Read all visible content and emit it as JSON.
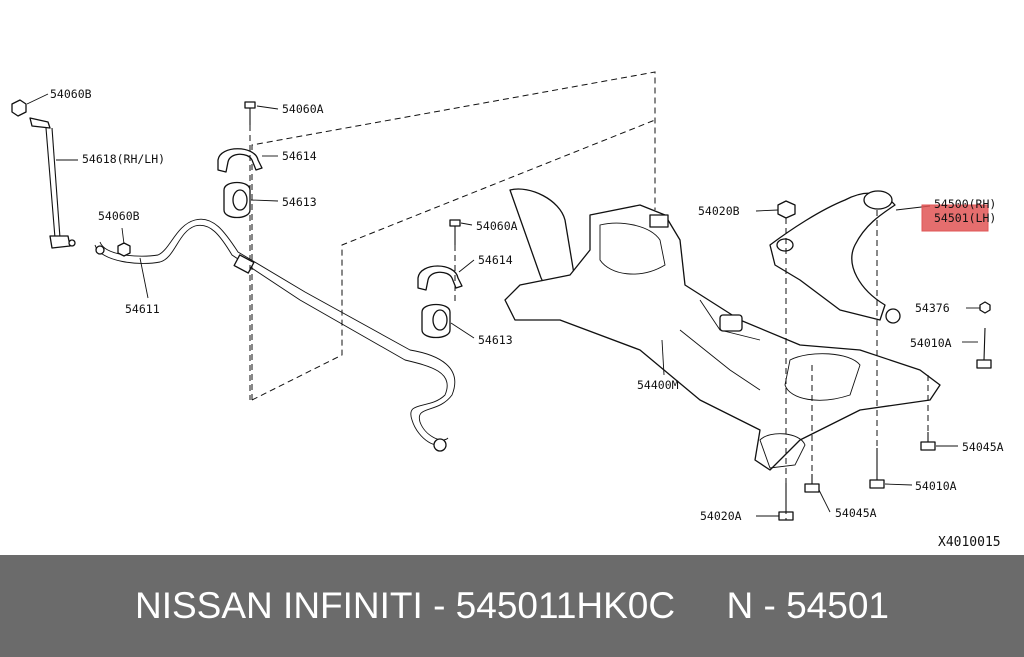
{
  "diagram": {
    "labels": {
      "l_54060B_top": "54060B",
      "l_54618": "54618(RH/LH)",
      "l_54060B_mid": "54060B",
      "l_54611": "54611",
      "l_54060A_1": "54060A",
      "l_54614_1": "54614",
      "l_54613_1": "54613",
      "l_54060A_2": "54060A",
      "l_54614_2": "54614",
      "l_54613_2": "54613",
      "l_54400M": "54400M",
      "l_54020B": "54020B",
      "l_54500": "54500(RH)",
      "l_54501": "54501(LH)",
      "l_54376": "54376",
      "l_54010A_1": "54010A",
      "l_54045A_1": "54045A",
      "l_54010A_2": "54010A",
      "l_54045A_2": "54045A",
      "l_54020A": "54020A",
      "l_ref": "X4010015"
    },
    "highlight_color": "#e05555"
  },
  "footer": {
    "text": "NISSAN INFINITI - 545011HK0C     N - 54501",
    "background": "#6b6b6b",
    "text_color": "#ffffff"
  }
}
